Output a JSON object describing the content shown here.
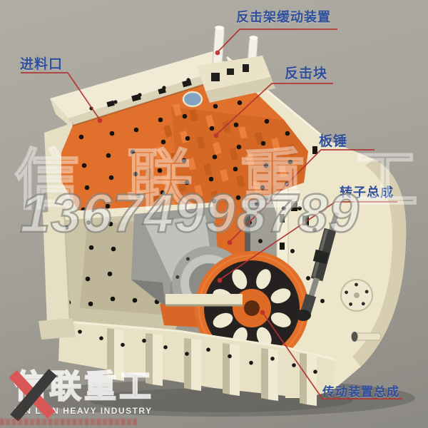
{
  "callouts": {
    "damper": {
      "label": "反击架缓动装置"
    },
    "feed_inlet": {
      "label": "进料口"
    },
    "impact_block": {
      "label": "反击块"
    },
    "blow_bar": {
      "label": "板锤"
    },
    "rotor_assembly": {
      "label": "转子总成"
    },
    "drive_assembly": {
      "label": "传动装置总成"
    }
  },
  "watermarks": {
    "phone_number": "13674998789",
    "brand_name_cn": "信联重工"
  },
  "logo": {
    "name_cn": "信联重工",
    "name_en": "XIN LIAN HEAVY INDUSTRY"
  },
  "colors": {
    "label_text": "#2f4f9a",
    "leader_line": "#b23230",
    "machine_body": "#eee6cb",
    "chamber_orange": "#e0702c",
    "flywheel_dark": "#242120",
    "background_top": "#b0ada4",
    "background_bottom": "#8b8983"
  }
}
